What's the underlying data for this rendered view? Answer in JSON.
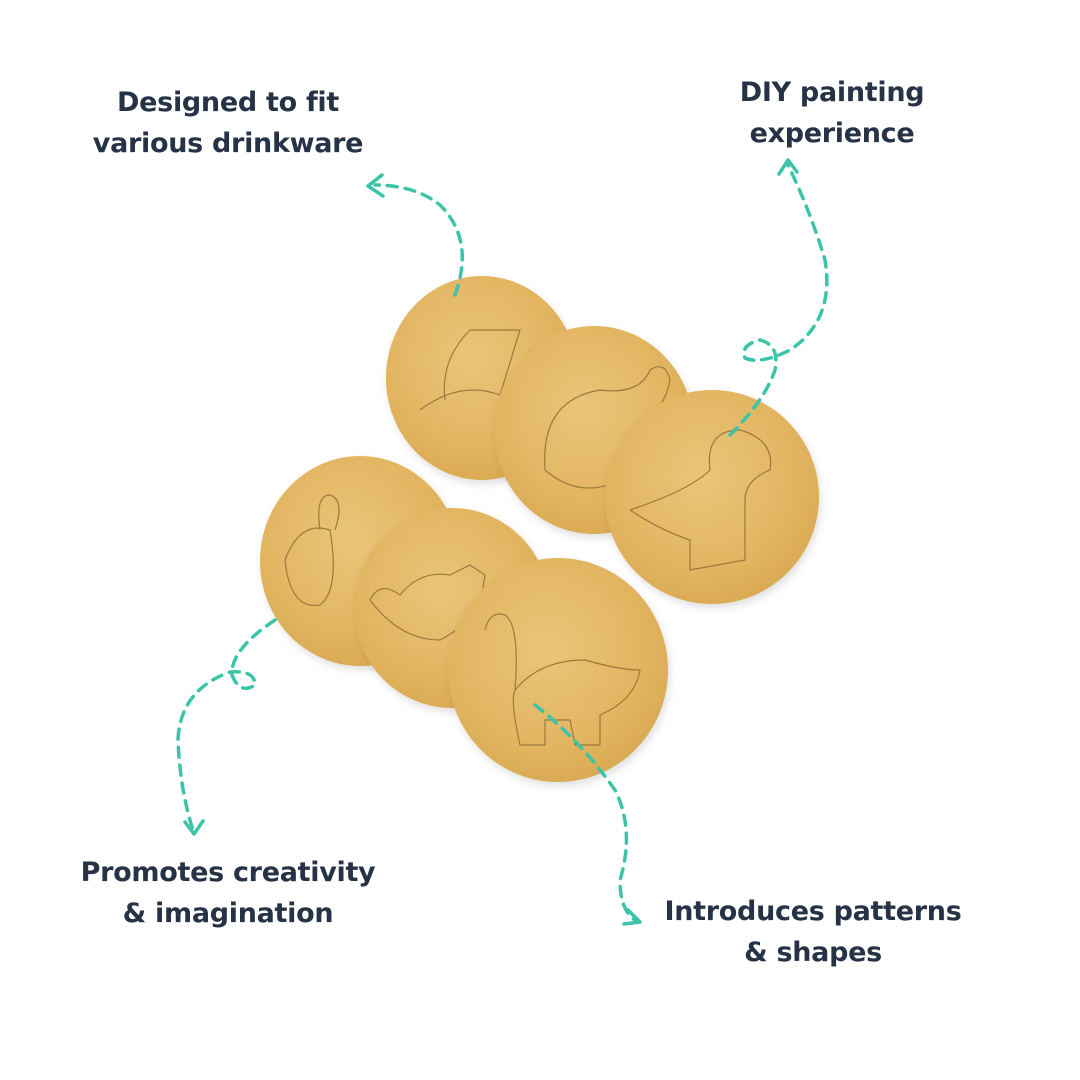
{
  "colors": {
    "text": "#263245",
    "accent": "#3cc4a8",
    "coaster": "#e2b460",
    "engraving": "#9a7a3c"
  },
  "features": [
    {
      "line1": "Designed to fit",
      "line2": "various drinkware"
    },
    {
      "line1": "DIY painting",
      "line2": "experience"
    },
    {
      "line1": "Promotes creativity",
      "line2": "& imagination"
    },
    {
      "line1": "Introduces patterns",
      "line2": "& shapes"
    }
  ]
}
